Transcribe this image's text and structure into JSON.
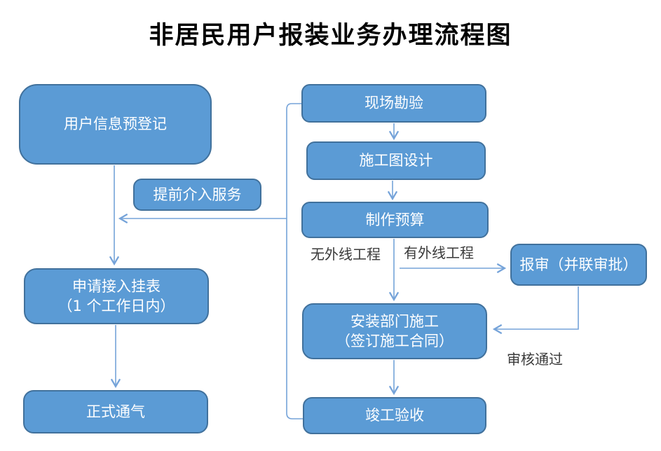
{
  "title": "非居民用户报装业务办理流程图",
  "colors": {
    "node_fill": "#5B9BD5",
    "node_border": "#41719C",
    "connector": "#75A3D9",
    "node_text": "#FFFFFF",
    "label_text": "#3A3A3A",
    "page_bg": "#FFFFFF"
  },
  "nodes": {
    "user_prereg": {
      "label": "用户信息预登记"
    },
    "early_service": {
      "label": "提前介入服务"
    },
    "apply_meter": {
      "line1": "申请接入挂表",
      "line2": "（1 个工作日内）"
    },
    "official_gas": {
      "label": "正式通气"
    },
    "site_survey": {
      "label": "现场勘验"
    },
    "design": {
      "label": "施工图设计"
    },
    "budget": {
      "label": "制作预算"
    },
    "approval": {
      "label": "报审（并联审批）"
    },
    "install": {
      "line1": "安装部门施工",
      "line2": "（签订施工合同）"
    },
    "acceptance": {
      "label": "竣工验收"
    }
  },
  "edge_labels": {
    "no_external": "无外线工程",
    "has_external": "有外线工程",
    "review_passed": "审核通过"
  }
}
